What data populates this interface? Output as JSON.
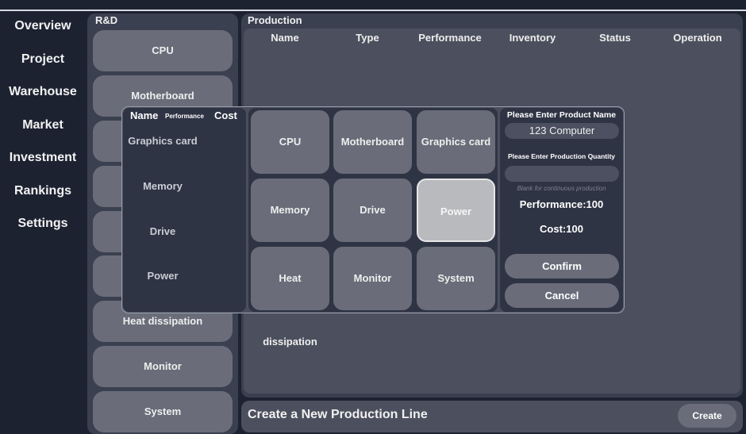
{
  "sidebar": {
    "items": [
      "Overview",
      "Project",
      "Warehouse",
      "Market",
      "Investment",
      "Rankings",
      "Settings"
    ]
  },
  "rd": {
    "title": "R&D",
    "items": [
      "CPU",
      "Motherboard",
      "Graphics card",
      "Memory",
      "Drive",
      "Power",
      "Heat dissipation",
      "Monitor",
      "System"
    ]
  },
  "production": {
    "title": "Production",
    "columns": [
      "Name",
      "Type",
      "Performance",
      "Inventory",
      "Status",
      "Operation"
    ]
  },
  "create": {
    "title": "Create a New Production Line",
    "button": "Create"
  },
  "modal": {
    "list_headers": {
      "name": "Name",
      "performance": "Performance",
      "cost": "Cost"
    },
    "components": [
      "CPU",
      "Motherboard",
      "Graphics card",
      "Memory",
      "Drive",
      "Power",
      "Heat dissipation",
      "Monitor",
      "System"
    ],
    "selected": "Power",
    "name_label": "Please Enter Product Name",
    "name_value": "123 Computer",
    "qty_label": "Please Enter Production Quantity",
    "qty_value": "",
    "qty_hint": "Blank for continuous production",
    "performance": "Performance:100",
    "cost": "Cost:100",
    "confirm": "Confirm",
    "cancel": "Cancel"
  }
}
